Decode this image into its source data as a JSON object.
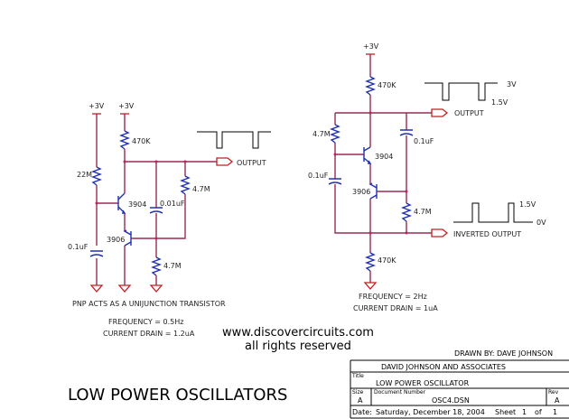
{
  "watermark": {
    "line1": "DiscoverCircuits.com",
    "line2": "All Rights Reserved"
  },
  "left_circuit": {
    "supply1": "+3V",
    "supply2": "+3V",
    "r_top": "470K",
    "r_base": "22M",
    "r_mid": "4.7M",
    "r_bottom": "4.7M",
    "q1": "3904",
    "q2": "3906",
    "c_mid": "0.01uF",
    "c_base": "0.1uF",
    "output": "OUTPUT",
    "note": "PNP ACTS AS A UNIJUNCTION TRANSISTOR",
    "frequency": "FREQUENCY = 0.5Hz",
    "current": "CURRENT DRAIN = 1.2uA"
  },
  "right_circuit": {
    "supply": "+3V",
    "r_top": "470K",
    "r_bottom": "470K",
    "r_left": "4.7M",
    "r_right": "4.7M",
    "q1": "3904",
    "q2": "3906",
    "c_left": "0.1uF",
    "c_right": "0.1uF",
    "output": "OUTPUT",
    "inverted_output": "INVERTED OUTPUT",
    "out_high": "3V",
    "out_low": "1.5V",
    "inv_high": "1.5V",
    "inv_low": "0V",
    "frequency": "FREQUENCY = 2Hz",
    "current": "CURRENT DRAIN = 1uA"
  },
  "site": {
    "url": "www.discovercircuits.com",
    "rights": "all rights reserved"
  },
  "page_title": "LOW POWER OSCILLATORS",
  "title_block": {
    "drawn_by": "DRAWN BY: DAVE JOHNSON",
    "company": "DAVID JOHNSON AND ASSOCIATES",
    "title_label": "Title",
    "title": "LOW POWER OSCILLATOR",
    "size_label": "Size",
    "size": "A",
    "doc_label": "Document Number",
    "doc": "OSC4.DSN",
    "rev_label": "Rev",
    "rev": "A",
    "date_label": "Date:",
    "date": "Saturday, December 18, 2004",
    "sheet_label": "Sheet",
    "sheet": "1",
    "of_label": "of",
    "sheets": "1"
  }
}
